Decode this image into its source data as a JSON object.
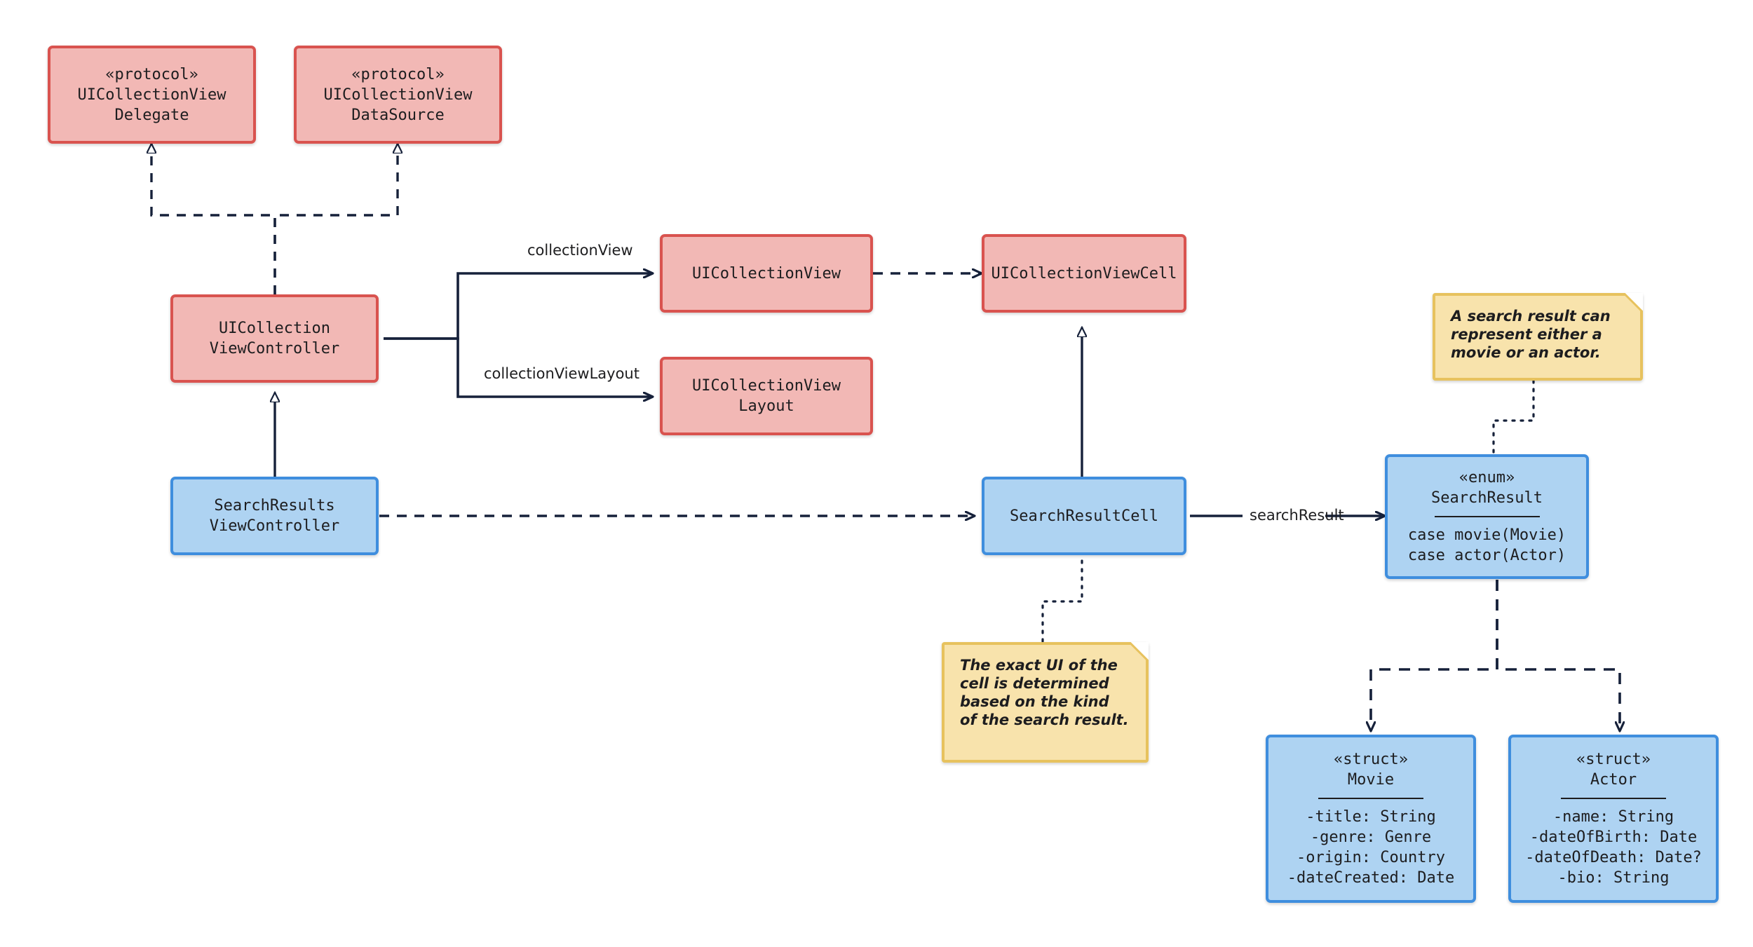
{
  "diagram": {
    "kind": "uml-class-diagram",
    "background": "#ffffff",
    "colors": {
      "uikit_fill": "#f2b8b5",
      "uikit_border": "#d9534f",
      "app_fill": "#aed3f2",
      "app_border": "#3f8ede",
      "note_fill": "#f8e3ac",
      "note_border": "#e7c25e",
      "line": "#16213a",
      "text": "#1d1d1f"
    }
  },
  "nodes": {
    "delegate": {
      "stereotype": "«protocol»",
      "line1": "UICollectionView",
      "line2": "Delegate"
    },
    "datasource": {
      "stereotype": "«protocol»",
      "line1": "UICollectionView",
      "line2": "DataSource"
    },
    "collection_view_controller": {
      "line1": "UICollection",
      "line2": "ViewController"
    },
    "collection_view": {
      "line1": "UICollectionView"
    },
    "collection_view_layout": {
      "line1": "UICollectionView",
      "line2": "Layout"
    },
    "collection_view_cell": {
      "line1": "UICollectionViewCell"
    },
    "search_results_view_controller": {
      "line1": "SearchResults",
      "line2": "ViewController"
    },
    "search_result_cell": {
      "line1": "SearchResultCell"
    },
    "search_result_enum": {
      "stereotype": "«enum»",
      "title": "SearchResult",
      "members": [
        "case movie(Movie)",
        "case actor(Actor)"
      ]
    },
    "movie_struct": {
      "stereotype": "«struct»",
      "title": "Movie",
      "members": [
        "-title: String",
        "-genre: Genre",
        "-origin: Country",
        "-dateCreated: Date"
      ]
    },
    "actor_struct": {
      "stereotype": "«struct»",
      "title": "Actor",
      "members": [
        "-name: String",
        "-dateOfBirth: Date",
        "-dateOfDeath: Date?",
        "-bio: String"
      ]
    }
  },
  "notes": {
    "search_result_note": {
      "text": "A search result can represent either a movie or an actor."
    },
    "cell_ui_note": {
      "text": "The exact UI of the cell is determined based on the kind of the search result."
    }
  },
  "edge_labels": {
    "collection_view": "collectionView",
    "collection_view_layout": "collectionViewLayout",
    "search_result": "searchResult"
  }
}
